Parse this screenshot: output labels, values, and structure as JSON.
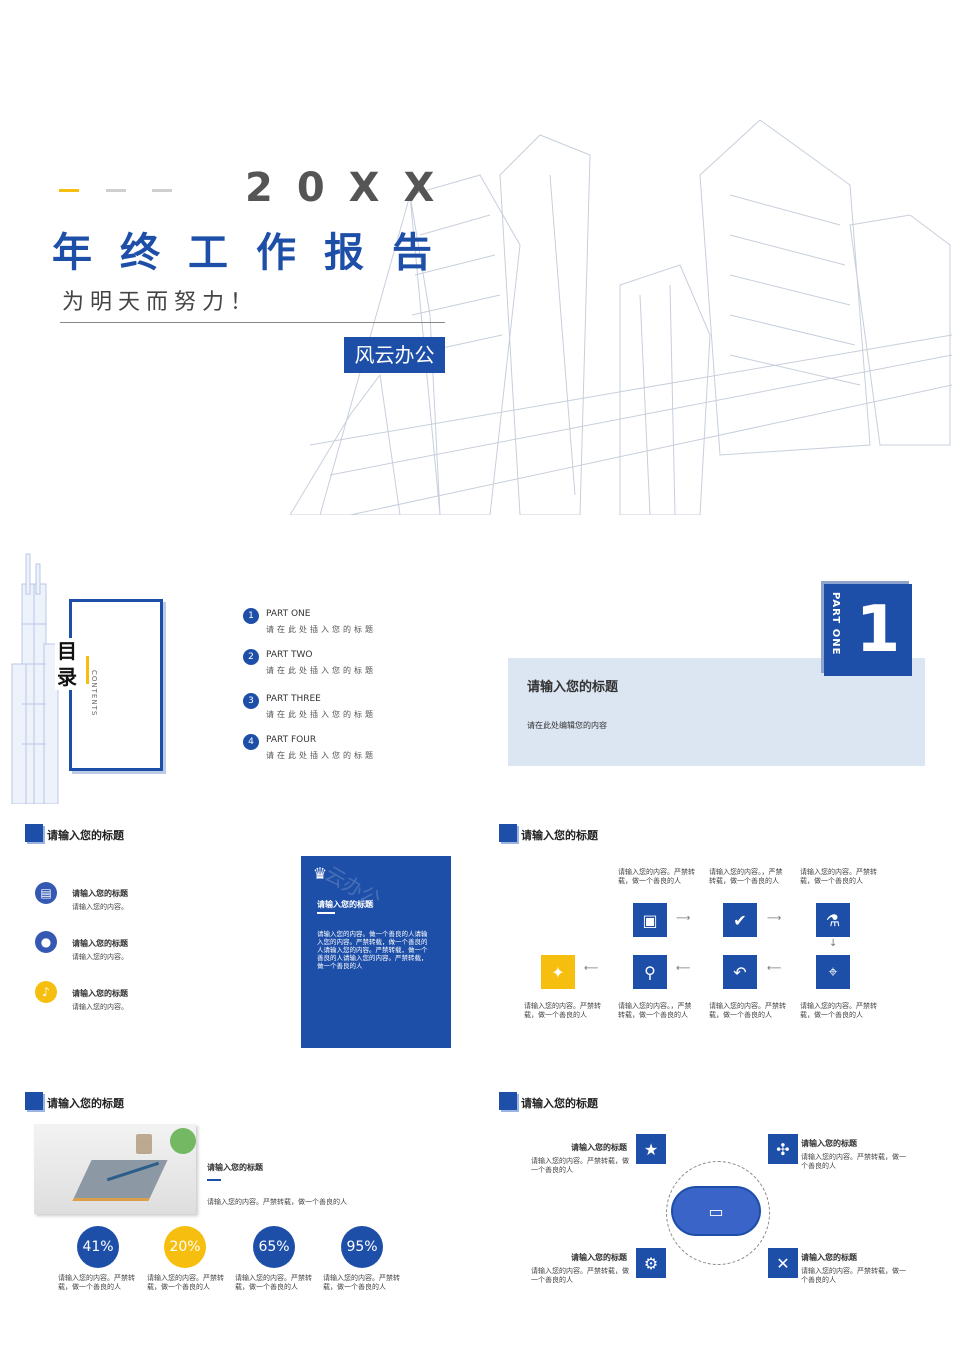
{
  "cover": {
    "year": "20XX",
    "title": "年终工作报告",
    "subtitle": "为明天而努力！",
    "brand": "风云办公"
  },
  "toc": {
    "title": "目录",
    "subtitle": "CONTENTS",
    "items": [
      {
        "num": "1",
        "part": "PART ONE",
        "desc": "请在此处插入您的标题"
      },
      {
        "num": "2",
        "part": "PART TWO",
        "desc": "请在此处插入您的标题"
      },
      {
        "num": "3",
        "part": "PART THREE",
        "desc": "请在此处插入您的标题"
      },
      {
        "num": "4",
        "part": "PART FOUR",
        "desc": "请在此处插入您的标题"
      }
    ]
  },
  "part_one": {
    "vertical": "PART ONE",
    "number": "1",
    "title": "请输入您的标题",
    "content": "请在此处编辑您的内容"
  },
  "slide3": {
    "title": "请输入您的标题",
    "items": [
      {
        "title": "请输入您的标题",
        "desc": "请输入您的内容。"
      },
      {
        "title": "请输入您的标题",
        "desc": "请输入您的内容。"
      },
      {
        "title": "请输入您的标题",
        "desc": "请输入您的内容。"
      }
    ],
    "card": {
      "watermark": "云办公",
      "title": "请输入您的标题",
      "body": "请输入您的内容。做一个善良的人请输入您的内容。严禁转载，做一个善良的人请输入您的内容。严禁转载，做一个善良的人请输入您的内容。严禁转载，做一个善良的人"
    }
  },
  "slide4": {
    "title": "请输入您的标题",
    "top_texts": [
      "请输入您的内容。严禁转载，做一个善良的人",
      "请输入您的内容。，严禁转载，做一个善良的人",
      "请输入您的内容。严禁转载，做一个善良的人"
    ],
    "bottom_texts": [
      "请输入您的内容。严禁转载，做一个善良的人",
      "请输入您的内容。，严禁转载，做一个善良的人",
      "请输入您的内容。严禁转载，做一个善良的人",
      "请输入您的内容。严禁转载，做一个善良的人"
    ]
  },
  "slide5": {
    "title": "请输入您的标题",
    "subtitle": "请输入您的标题",
    "desc": "请输入您的内容。严禁转载，做一个善良的人",
    "stats": [
      {
        "value": "41%",
        "color": "#1e4fa8",
        "text": "请输入您的内容。严禁转载，做一个善良的人"
      },
      {
        "value": "20%",
        "color": "#f6bf0f",
        "text": "请输入您的内容。严禁转载，做一个善良的人"
      },
      {
        "value": "65%",
        "color": "#1e4fa8",
        "text": "请输入您的内容。严禁转载，做一个善良的人"
      },
      {
        "value": "95%",
        "color": "#1e4fa8",
        "text": "请输入您的内容。严禁转载，做一个善良的人"
      }
    ]
  },
  "slide6": {
    "title": "请输入您的标题",
    "items": [
      {
        "title": "请输入您的标题",
        "desc": "请输入您的内容。严禁转载，做一个善良的人"
      },
      {
        "title": "请输入您的标题",
        "desc": "请输入您的内容。严禁转载，做一个善良的人"
      },
      {
        "title": "请输入您的标题",
        "desc": "请输入您的内容。严禁转载，做一个善良的人"
      },
      {
        "title": "请输入您的标题",
        "desc": "请输入您的内容。严禁转载，做一个善良的人"
      }
    ]
  },
  "colors": {
    "primary": "#1e4fa8",
    "accent": "#f6bf0f",
    "light": "#dce5f2"
  }
}
